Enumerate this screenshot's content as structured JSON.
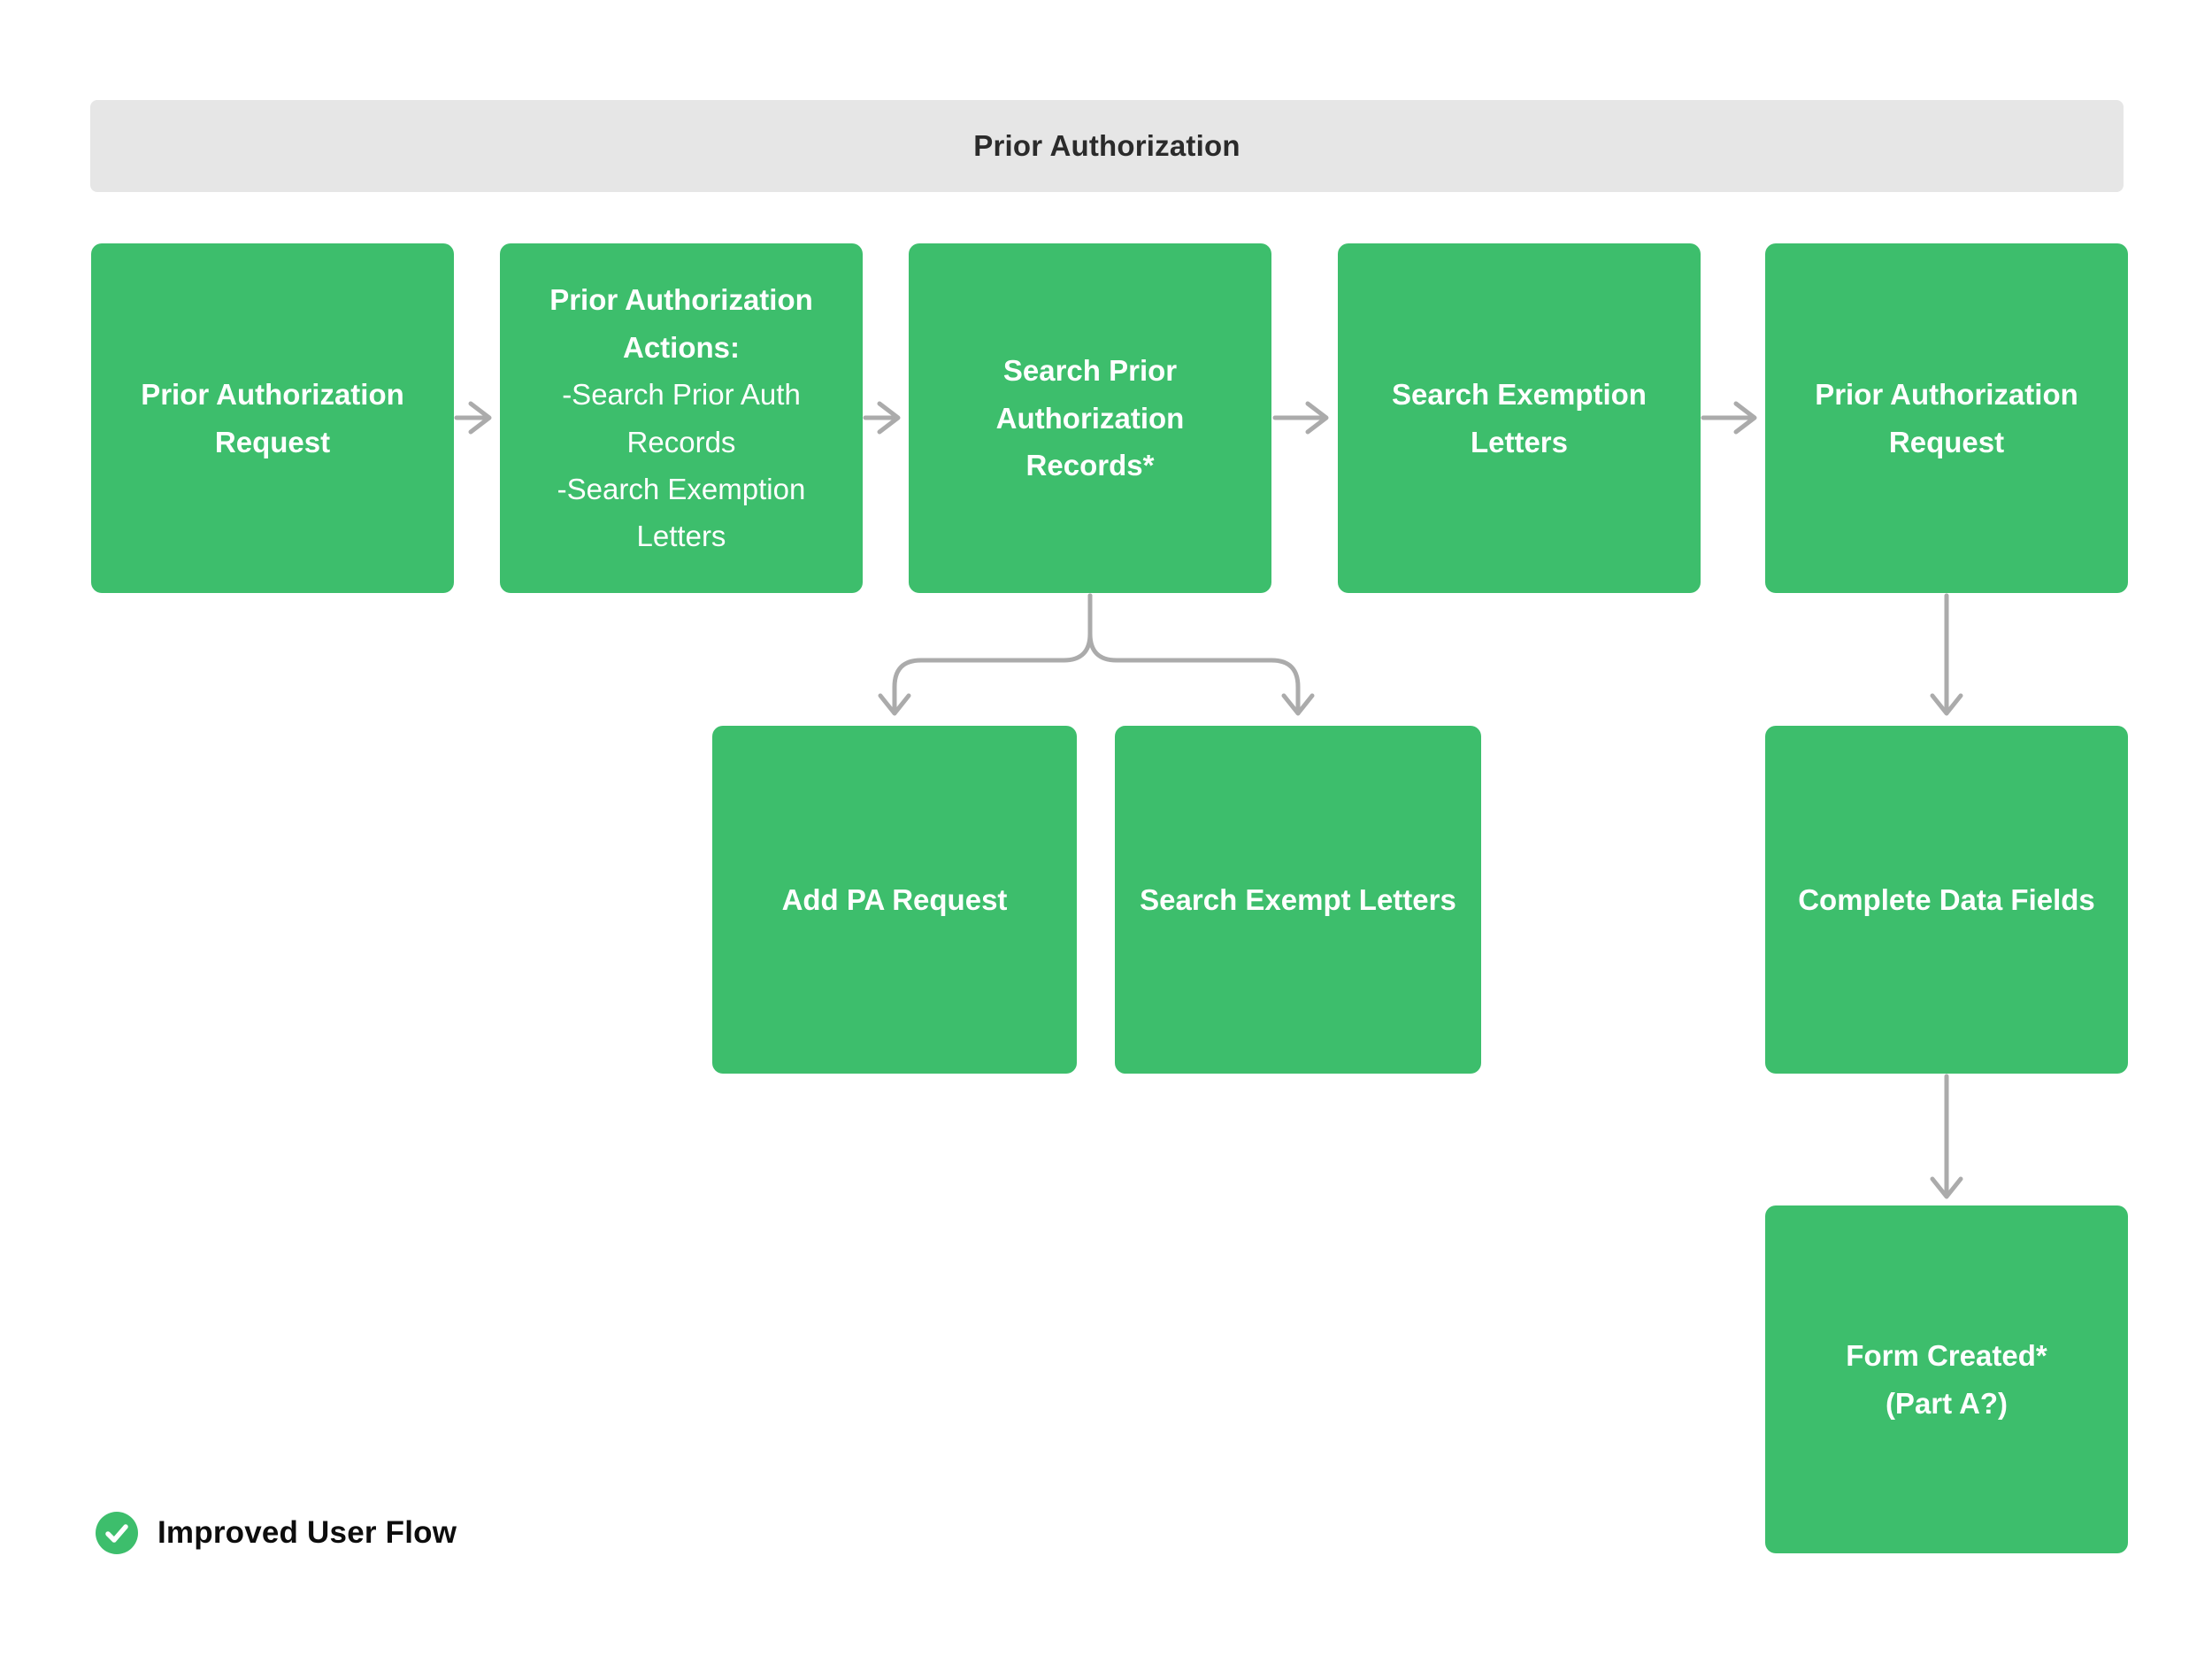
{
  "header": {
    "title": "Prior Authorization"
  },
  "colors": {
    "node_green": "#3dbe6c",
    "header_bg": "#e6e6e6",
    "header_text": "#2b2b2b",
    "arrow": "#ababab",
    "node_text": "#ffffff",
    "legend_text": "#0d0d0d"
  },
  "nodes": {
    "pa_request_1": {
      "label": "Prior Authorization Request"
    },
    "pa_actions": {
      "title": "Prior Authorization Actions:",
      "items": [
        "-Search Prior Auth Records",
        "-Search Exemption Letters"
      ]
    },
    "search_pa_records": {
      "label": "Search Prior Authorization Records*"
    },
    "search_exemption_letters": {
      "label": "Search Exemption Letters"
    },
    "pa_request_2": {
      "label": "Prior Authorization Request"
    },
    "add_pa_request": {
      "label": "Add PA Request"
    },
    "search_exempt_letters": {
      "label": "Search Exempt Letters"
    },
    "complete_data_fields": {
      "label": "Complete Data Fields"
    },
    "form_created": {
      "label": "Form Created*\n(Part A?)"
    }
  },
  "legend": {
    "label": "Improved User Flow",
    "icon": "check-circle-icon"
  }
}
